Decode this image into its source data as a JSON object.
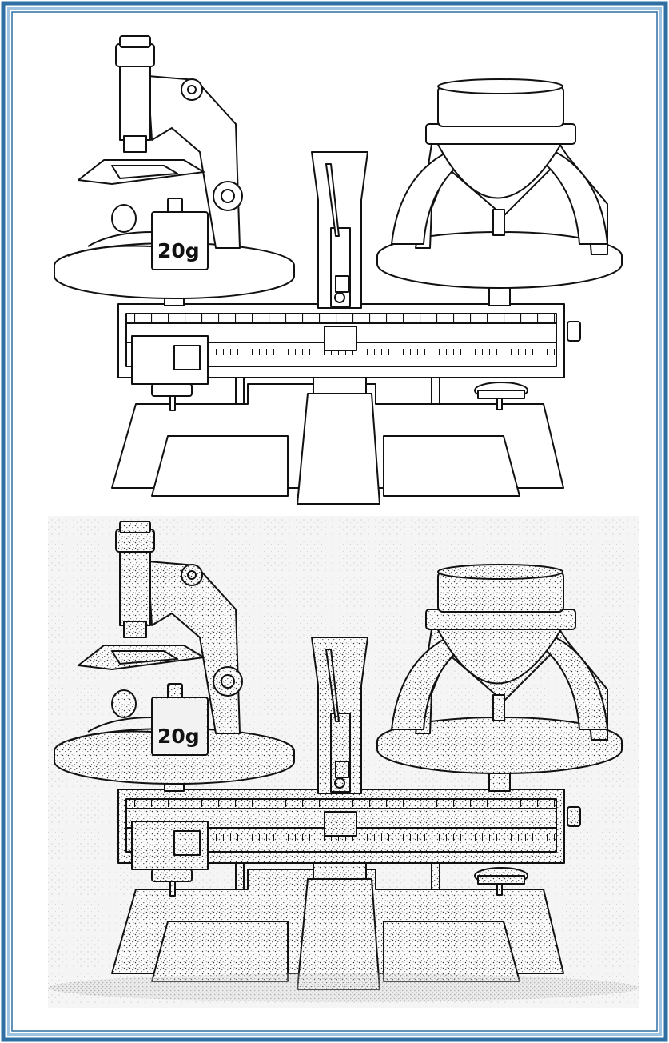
{
  "colors": {
    "frame_outer": "#2f6fa3",
    "frame_inner": "#9ec3e0",
    "ink": "#111111",
    "paper": "#ffffff",
    "stipple_bg": "#f4f4f4"
  },
  "panels": [
    {
      "style": "line-art",
      "weight_label": "20g"
    },
    {
      "style": "stippled",
      "weight_label": "20g"
    }
  ]
}
